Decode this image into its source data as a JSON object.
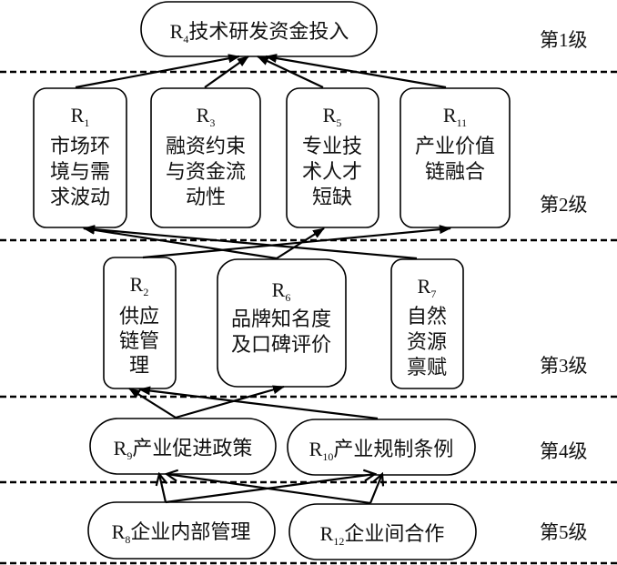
{
  "diagram": {
    "colors": {
      "stroke": "#000000",
      "background": "#ffffff",
      "text": "#111111"
    },
    "levels": [
      {
        "label": "第1级"
      },
      {
        "label": "第2级"
      },
      {
        "label": "第3级"
      },
      {
        "label": "第4级"
      },
      {
        "label": "第5级"
      }
    ],
    "nodes": [
      {
        "id": "R4",
        "level": 1,
        "symbol": "R",
        "index": "4",
        "lines": [
          "技术研发资金投入"
        ]
      },
      {
        "id": "R1",
        "level": 2,
        "symbol": "R",
        "index": "1",
        "lines": [
          "市场环",
          "境与需",
          "求波动"
        ]
      },
      {
        "id": "R3",
        "level": 2,
        "symbol": "R",
        "index": "3",
        "lines": [
          "融资约束",
          "与资金流",
          "动性"
        ]
      },
      {
        "id": "R5",
        "level": 2,
        "symbol": "R",
        "index": "5",
        "lines": [
          "专业技",
          "术人才",
          "短缺"
        ]
      },
      {
        "id": "R11",
        "level": 2,
        "symbol": "R",
        "index": "11",
        "lines": [
          "产业价值",
          "链融合"
        ]
      },
      {
        "id": "R2",
        "level": 3,
        "symbol": "R",
        "index": "2",
        "lines": [
          "供应",
          "链管",
          "理"
        ]
      },
      {
        "id": "R6",
        "level": 3,
        "symbol": "R",
        "index": "6",
        "lines": [
          "品牌知名度",
          "及口碑评价"
        ]
      },
      {
        "id": "R7",
        "level": 3,
        "symbol": "R",
        "index": "7",
        "lines": [
          "自然",
          "资源",
          "禀赋"
        ]
      },
      {
        "id": "R9",
        "level": 4,
        "symbol": "R",
        "index": "9",
        "lines": [
          "产业促进政策"
        ]
      },
      {
        "id": "R10",
        "level": 4,
        "symbol": "R",
        "index": "10",
        "lines": [
          "产业规制条例"
        ]
      },
      {
        "id": "R8",
        "level": 5,
        "symbol": "R",
        "index": "8",
        "lines": [
          "企业内部管理"
        ]
      },
      {
        "id": "R12",
        "level": 5,
        "symbol": "R",
        "index": "12",
        "lines": [
          "企业间合作"
        ]
      }
    ],
    "edges": [
      {
        "from": "R1",
        "to": "R4"
      },
      {
        "from": "R3",
        "to": "R4"
      },
      {
        "from": "R5",
        "to": "R4"
      },
      {
        "from": "R11",
        "to": "R4"
      },
      {
        "from": "R6",
        "to": "R1"
      },
      {
        "from": "R7",
        "to": "R1"
      },
      {
        "from": "R2",
        "to": "R11"
      },
      {
        "from": "R6",
        "to": "R5"
      },
      {
        "from": "R9",
        "to": "R2"
      },
      {
        "from": "R9",
        "to": "R6"
      },
      {
        "from": "R10",
        "to": "R2"
      },
      {
        "from": "R8",
        "to": "R9"
      },
      {
        "from": "R8",
        "to": "R10"
      },
      {
        "from": "R12",
        "to": "R9"
      },
      {
        "from": "R12",
        "to": "R10"
      }
    ]
  }
}
